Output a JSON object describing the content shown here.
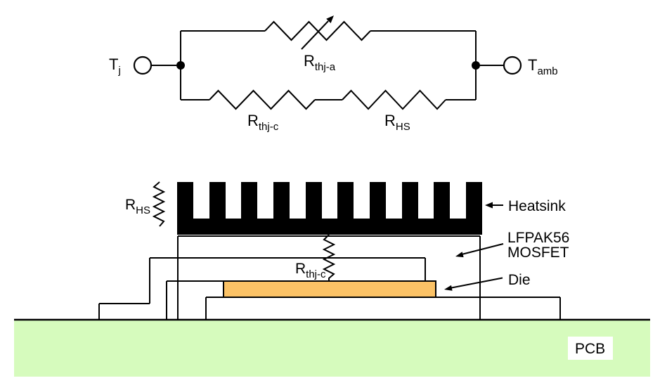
{
  "colors": {
    "line": "#000000",
    "heatsink_fill": "#000000",
    "die_fill": "#FBC266",
    "pcb_fill": "#D6FBBD",
    "label_box_fill": "#FFFFFF",
    "background": "#FFFFFF"
  },
  "circuit": {
    "node_left": {
      "main": "T",
      "sub": "j"
    },
    "node_right": {
      "main": "T",
      "sub": "amb"
    },
    "resistor_top": {
      "main": "R",
      "sub": "thj-a"
    },
    "resistor_bottom_left": {
      "main": "R",
      "sub": "thj-c"
    },
    "resistor_bottom_right": {
      "main": "R",
      "sub": "HS"
    }
  },
  "cross_section": {
    "heatsink_resistance": {
      "main": "R",
      "sub": "HS"
    },
    "junction_case_resistance": {
      "main": "R",
      "sub": "thj-c"
    },
    "labels": {
      "heatsink": "Heatsink",
      "package_line1": "LFPAK56",
      "package_line2": "MOSFET",
      "die": "Die",
      "pcb": "PCB"
    }
  }
}
